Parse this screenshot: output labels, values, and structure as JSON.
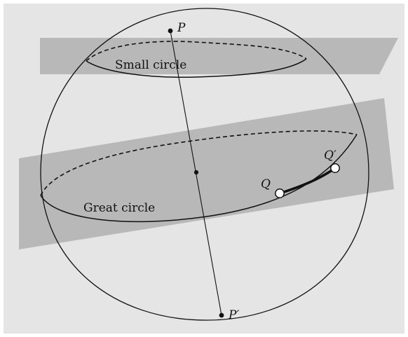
{
  "diagram": {
    "labels": {
      "small_circle": "Small circle",
      "great_circle": "Great circle"
    },
    "points": {
      "p": "P",
      "p_prime": "P′",
      "q": "Q",
      "q_prime": "Q′"
    },
    "colors": {
      "background": "#e5e5e5",
      "plane_fill": "#b5b5b5",
      "ink": "#111111",
      "point_fill": "#ffffff"
    }
  }
}
